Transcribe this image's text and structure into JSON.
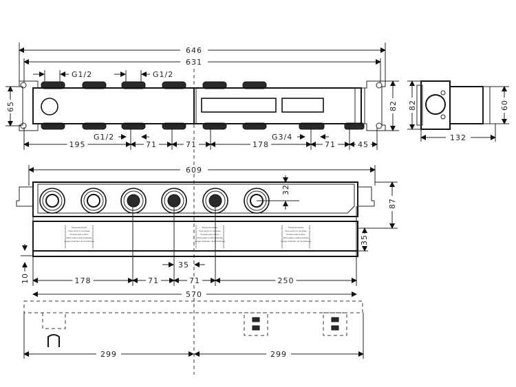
{
  "title": "Installation drawing - concealed basic set",
  "top_view": {
    "overall_width": "646",
    "bracket_span": "631",
    "height": "65",
    "right_height": "82",
    "thread_top_1": "G1/2",
    "thread_top_2": "G1/2",
    "thread_bottom": "G1/2",
    "thread_outlet": "G3/4",
    "spacing": [
      "195",
      "71",
      "71",
      "178",
      "71",
      "45"
    ]
  },
  "side_view": {
    "height": "82",
    "depth_height": "60",
    "depth": "132"
  },
  "front_view": {
    "overall_width": "609",
    "outlet_offset": "32",
    "height": "87",
    "plaster_depth": "35",
    "bottom_offset": "10",
    "center_offset": "35",
    "spacing": [
      "178",
      "71",
      "71",
      "250"
    ],
    "total_width": "570",
    "guide_labels": [
      "Fliesenoberkante",
      "Pose avant du carrelage",
      "Finished wall surface",
      "Parte esterna della piastrella",
      "Margen delantero de los baldosas"
    ]
  },
  "bottom_view": {
    "half_left": "299",
    "half_right": "299"
  },
  "colors": {
    "line": "#222222",
    "background": "#ffffff"
  }
}
